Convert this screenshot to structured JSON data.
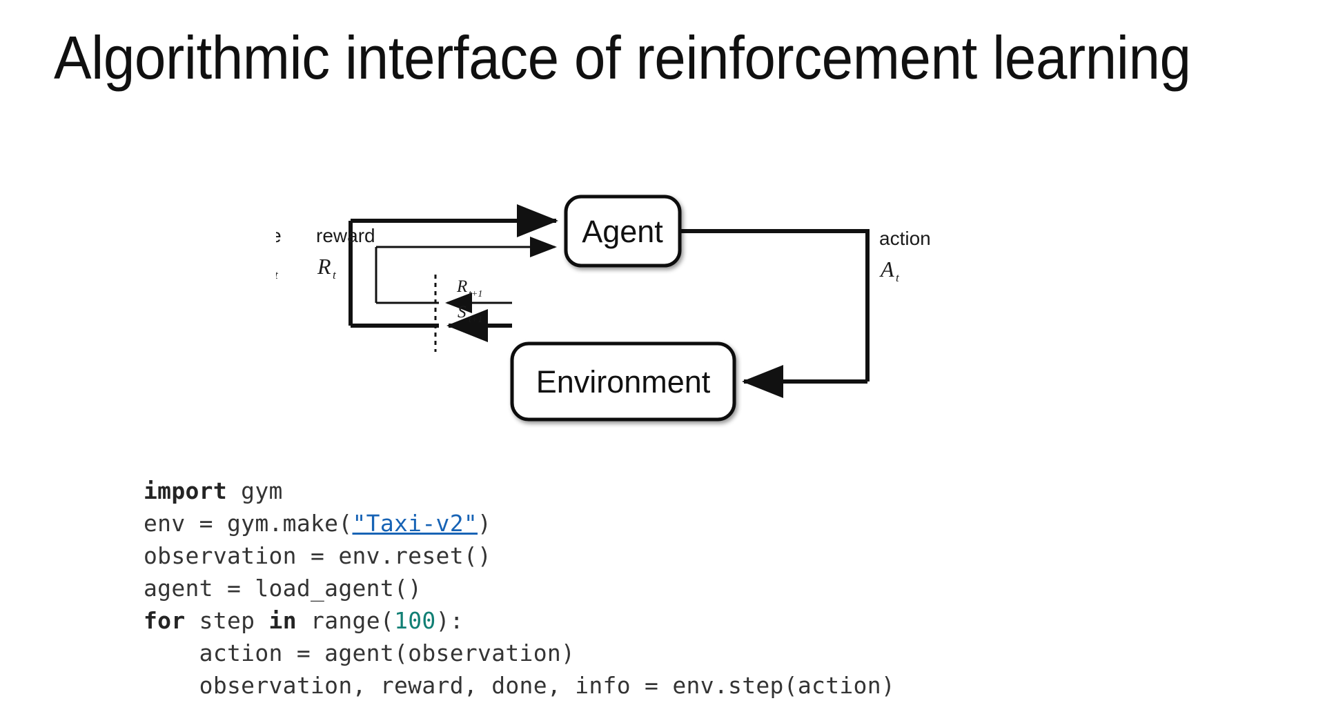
{
  "slide": {
    "title": "Algorithmic interface of reinforcement learning",
    "background_color": "#ffffff",
    "text_color": "#101010"
  },
  "diagram": {
    "name": "agent-environment-interaction-loop",
    "nodes": [
      {
        "id": "agent",
        "label": "Agent"
      },
      {
        "id": "environment",
        "label": "Environment"
      }
    ],
    "edge_labels": [
      {
        "id": "state",
        "word": "state",
        "symbol": "S",
        "subscript": "t"
      },
      {
        "id": "reward",
        "word": "reward",
        "symbol": "R",
        "subscript": "t"
      },
      {
        "id": "action",
        "word": "action",
        "symbol": "A",
        "subscript": "t"
      },
      {
        "id": "reward-next",
        "word": "",
        "symbol": "R",
        "subscript": "t+1"
      },
      {
        "id": "state-next",
        "word": "",
        "symbol": "S",
        "subscript": "t+1"
      }
    ],
    "stroke_color": "#111111",
    "box_fill": "#ffffff"
  },
  "code": {
    "language": "python",
    "link_color": "#1763b5",
    "number_color": "#117f74",
    "text_color": "#343434",
    "lines": [
      {
        "id": "line-1",
        "segments": [
          {
            "text": "import",
            "style": "kw"
          },
          {
            "text": " gym",
            "style": "plain"
          }
        ]
      },
      {
        "id": "line-2",
        "segments": [
          {
            "text": "env = gym.make(",
            "style": "plain"
          },
          {
            "text": "\"Taxi-v2\"",
            "style": "link"
          },
          {
            "text": ")",
            "style": "plain"
          }
        ]
      },
      {
        "id": "line-3",
        "segments": [
          {
            "text": "observation = env.reset()",
            "style": "plain"
          }
        ]
      },
      {
        "id": "line-4",
        "segments": [
          {
            "text": "agent = load_agent()",
            "style": "plain"
          }
        ]
      },
      {
        "id": "line-5",
        "segments": [
          {
            "text": "for",
            "style": "kw"
          },
          {
            "text": " step ",
            "style": "plain"
          },
          {
            "text": "in",
            "style": "kw"
          },
          {
            "text": " range(",
            "style": "plain"
          },
          {
            "text": "100",
            "style": "num"
          },
          {
            "text": "):",
            "style": "plain"
          }
        ]
      },
      {
        "id": "line-6",
        "segments": [
          {
            "text": "    action = agent(observation)",
            "style": "plain"
          }
        ]
      },
      {
        "id": "line-7",
        "segments": [
          {
            "text": "    observation, reward, done, info = env.step(action)",
            "style": "plain"
          }
        ]
      }
    ]
  }
}
